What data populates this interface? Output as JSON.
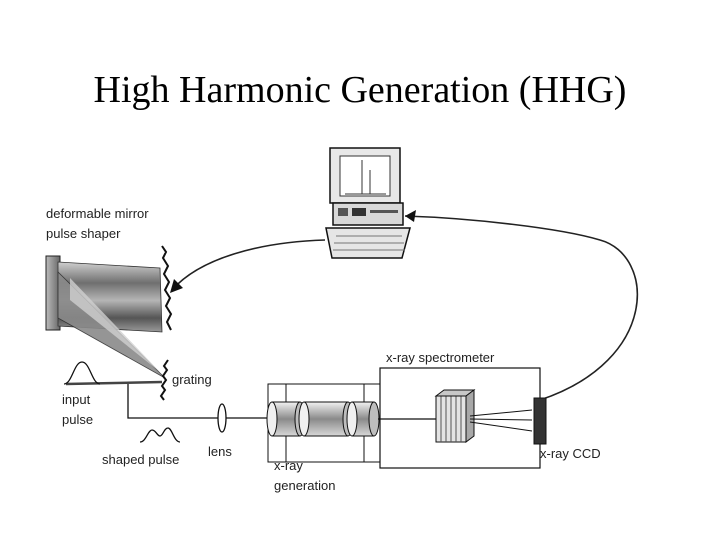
{
  "title": "High Harmonic Generation (HHG)",
  "labels": {
    "mirror_line1": "deformable mirror",
    "mirror_line2": "pulse shaper",
    "grating": "grating",
    "input_line1": "input",
    "input_line2": "pulse",
    "shaped_pulse": "shaped pulse",
    "lens": "lens",
    "xray_gen_line1": "x-ray",
    "xray_gen_line2": "generation",
    "spectrometer": "x-ray spectrometer",
    "ccd": "x-ray CCD"
  }
}
